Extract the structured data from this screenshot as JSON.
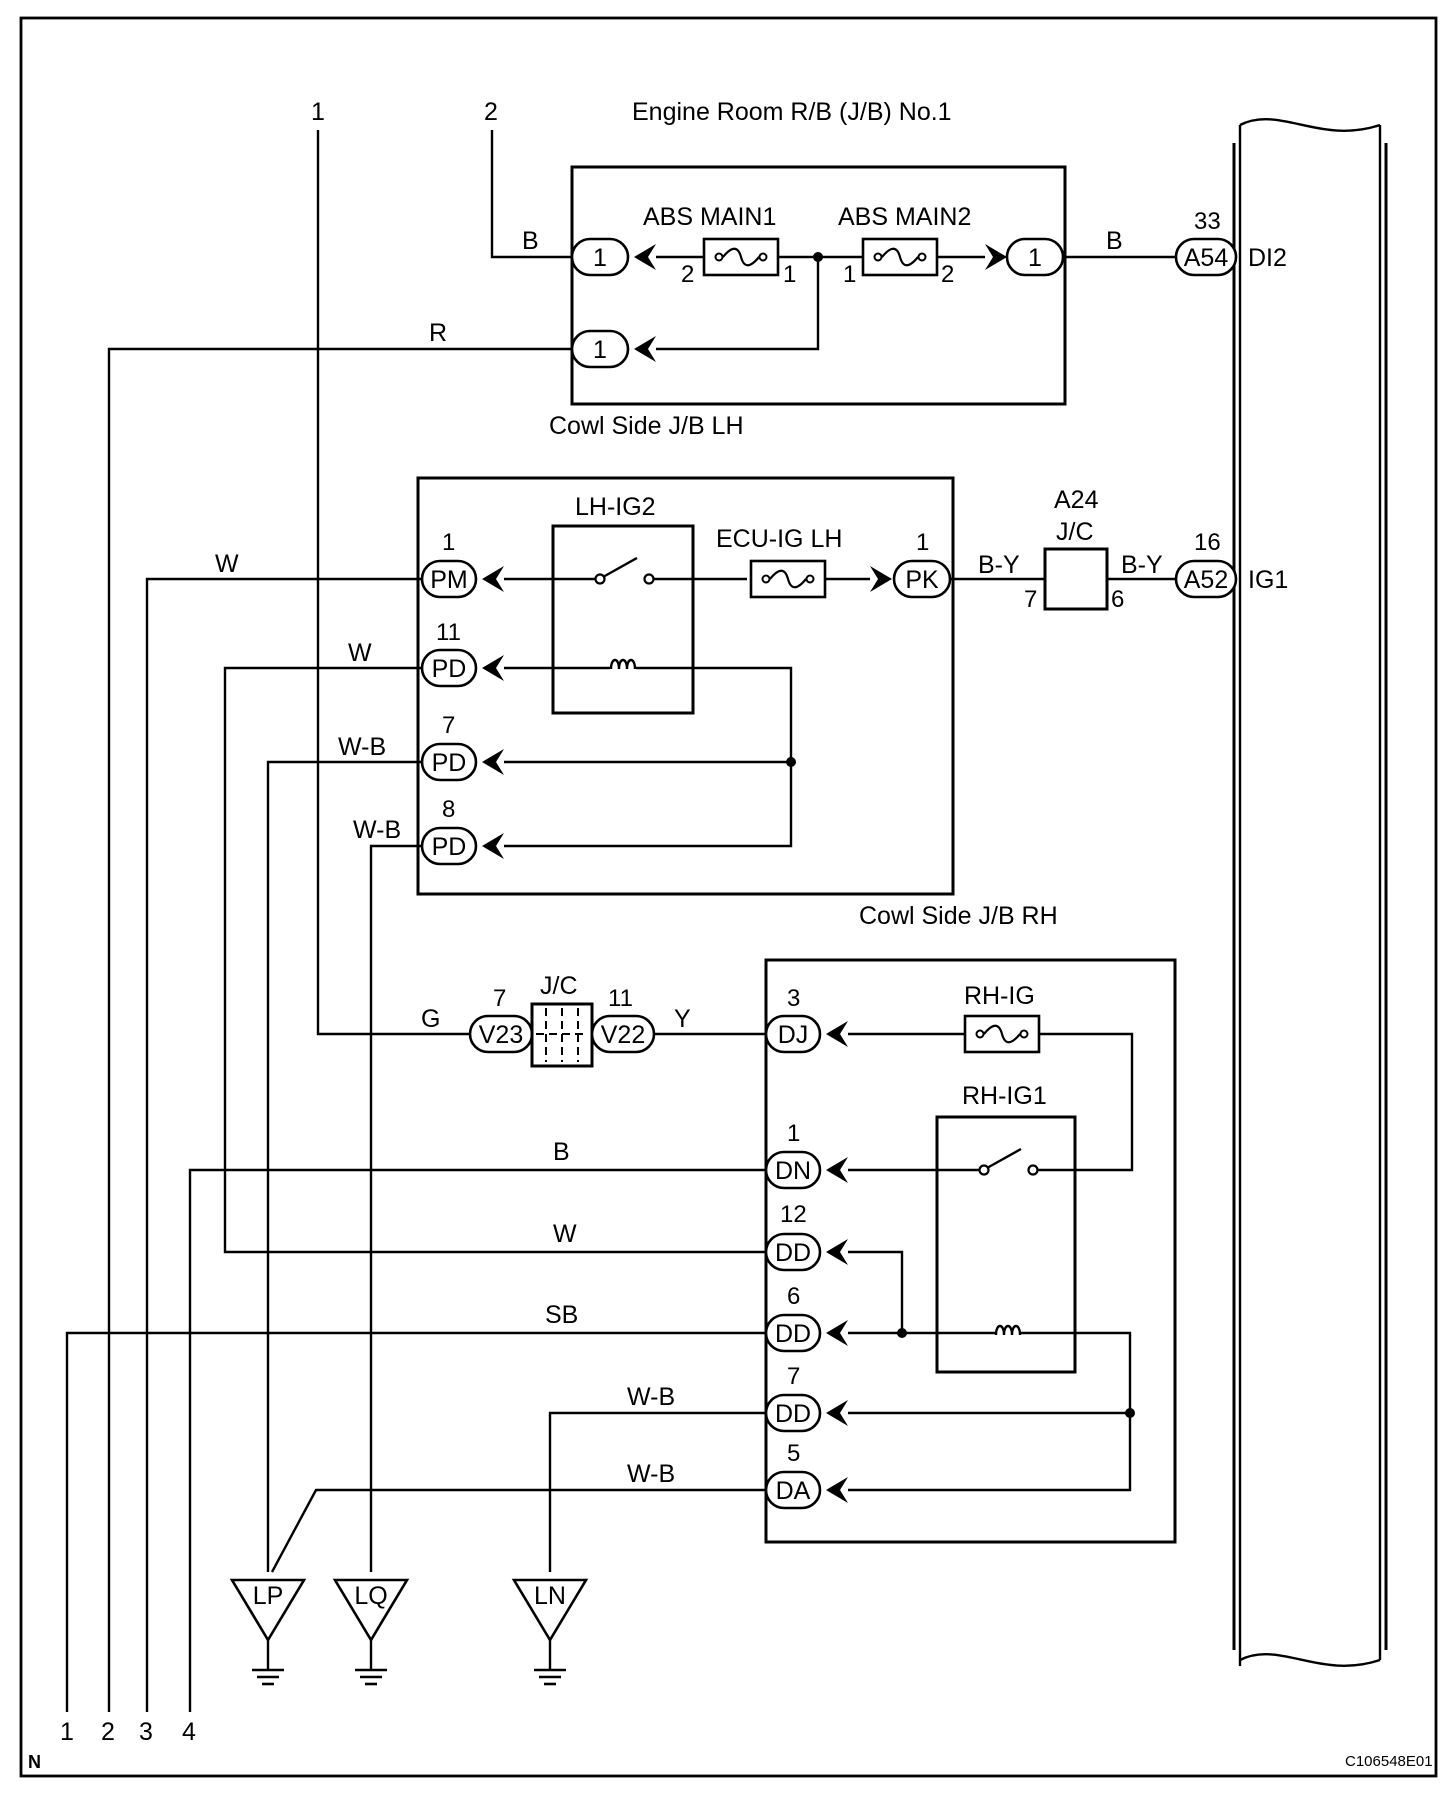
{
  "title": "Engine Room R/B (J/B) No.1",
  "blocks": {
    "cowl_lh": "Cowl Side J/B LH",
    "cowl_rh": "Cowl Side J/B RH"
  },
  "fuses": {
    "abs_main1": "ABS MAIN1",
    "abs_main2": "ABS MAIN2",
    "ecu_ig_lh": "ECU-IG LH",
    "rh_ig": "RH-IG"
  },
  "relays": {
    "lh_ig2": "LH-IG2",
    "rh_ig1": "RH-IG1"
  },
  "junctions": {
    "a24_name": "A24",
    "a24_type": "J/C",
    "a24_pin_left": "7",
    "a24_pin_right": "6",
    "jc_mid": "J/C"
  },
  "top_refs": [
    "1",
    "2"
  ],
  "bottom_refs": [
    "1",
    "2",
    "3",
    "4"
  ],
  "ecu_side": {
    "di2_pin": "33",
    "di2_conn": "A54",
    "di2_name": "DI2",
    "ig1_pin": "16",
    "ig1_conn": "A52",
    "ig1_name": "IG1"
  },
  "engine_room": {
    "conn_in": "1",
    "conn_out": "1",
    "conn_r": "1",
    "main1_pin_left": "2",
    "main1_pin_right": "1",
    "main2_pin_left": "1",
    "main2_pin_right": "2"
  },
  "cowl_lh_conns": [
    {
      "pin": "1",
      "conn": "PM"
    },
    {
      "pin": "11",
      "conn": "PD"
    },
    {
      "pin": "7",
      "conn": "PD"
    },
    {
      "pin": "8",
      "conn": "PD"
    },
    {
      "pin": "1",
      "conn": "PK"
    }
  ],
  "cowl_rh_conns": [
    {
      "pin": "3",
      "conn": "DJ"
    },
    {
      "pin": "1",
      "conn": "DN"
    },
    {
      "pin": "12",
      "conn": "DD"
    },
    {
      "pin": "6",
      "conn": "DD"
    },
    {
      "pin": "7",
      "conn": "DD"
    },
    {
      "pin": "5",
      "conn": "DA"
    }
  ],
  "mid_conns": [
    {
      "pin": "7",
      "conn": "V23"
    },
    {
      "pin": "11",
      "conn": "V22"
    }
  ],
  "wire_colors": {
    "b_in": "B",
    "b_out": "B",
    "r": "R",
    "w_pm": "W",
    "by_left": "B-Y",
    "by_right": "B-Y",
    "w_pd11": "W",
    "wb_pd7": "W-B",
    "wb_pd8": "W-B",
    "g": "G",
    "y": "Y",
    "b_dn": "B",
    "w_dd12": "W",
    "sb": "SB",
    "wb_dd7": "W-B",
    "wb_da": "W-B"
  },
  "grounds": [
    "LP",
    "LQ",
    "LN"
  ],
  "corner_left": "N",
  "figure_code": "C106548E01"
}
